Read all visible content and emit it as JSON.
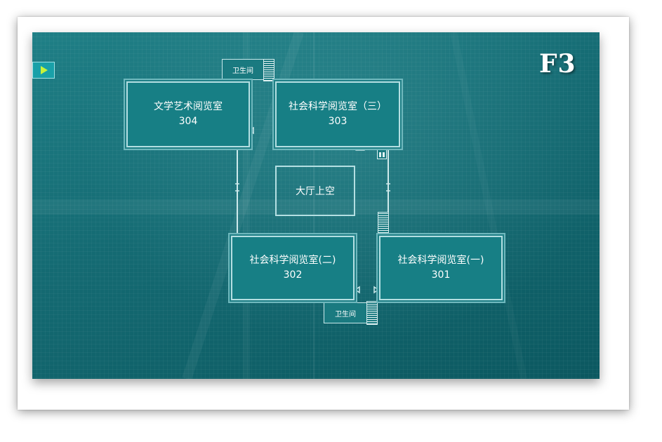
{
  "floor_label": "F3",
  "play_button_icon": "play-icon",
  "rooms": [
    {
      "name": "文学艺术阅览室",
      "number": "304"
    },
    {
      "name": "社会科学阅览室（三）",
      "number": "303"
    },
    {
      "name": "社会科学阅览室(二)",
      "number": "302"
    },
    {
      "name": "社会科学阅览室(一)",
      "number": "301"
    }
  ],
  "atrium_label": "大厅上空",
  "restrooms": [
    "卫生间",
    "卫生间"
  ],
  "colors": {
    "background": "#146a72",
    "room_fill": "#177f85",
    "outline": "#b4dfe2",
    "play_arrow": "#c8f23a"
  }
}
